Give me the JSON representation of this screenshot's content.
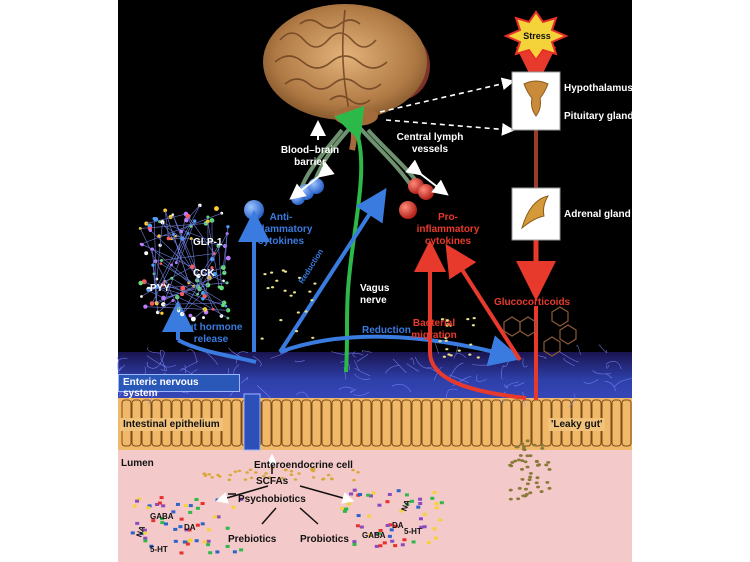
{
  "labels": {
    "stress": "Stress",
    "hypothalamus": "Hypothalamus",
    "pituitary": "Pituitary gland",
    "adrenal": "Adrenal gland",
    "bbb_1": "Blood–brain",
    "bbb_2": "barrier",
    "lymph_1": "Central lymph",
    "lymph_2": "vessels",
    "anti_1": "Anti-",
    "anti_2": "inflammatory",
    "anti_3": "cytokines",
    "pro_1": "Pro-",
    "pro_2": "inflammatory",
    "pro_3": "cytokines",
    "glp1": "GLP-1",
    "cck": "CCK",
    "pyy": "PYY",
    "gut_hormone_1": "Gut hormone",
    "gut_hormone_2": "release",
    "reduction_a": "Reduction",
    "reduction_b": "Reduction",
    "vagus_1": "Vagus",
    "vagus_2": "nerve",
    "bacterial_1": "Bacterial",
    "bacterial_2": "migration",
    "glucocorticoids": "Glucocorticoids",
    "enteric": "Enteric nervous system",
    "epithelium": "Intestinal epithelium",
    "leaky": "'Leaky gut'",
    "lumen": "Lumen",
    "enteroendocrine": "Enteroendocrine cell",
    "scfas": "SCFAs",
    "psychobiotics": "Psychobiotics",
    "prebiotics": "Prebiotics",
    "probiotics": "Probiotics",
    "gaba_l": "GABA",
    "na_l": "NA",
    "da_l": "DA",
    "ht_l": "5-HT",
    "gaba_r": "GABA",
    "na_r": "NA",
    "da_r": "DA",
    "ht_r": "5-HT"
  },
  "colors": {
    "background": "#000000",
    "lumen": "#f4c9c9",
    "epithelium": "#f0b969",
    "anti_inflammatory": "#3a7be0",
    "pro_inflammatory": "#e83a2c",
    "vagus": "#2db84a",
    "stress": "#e8302a",
    "enteric": "#2a58b8"
  }
}
